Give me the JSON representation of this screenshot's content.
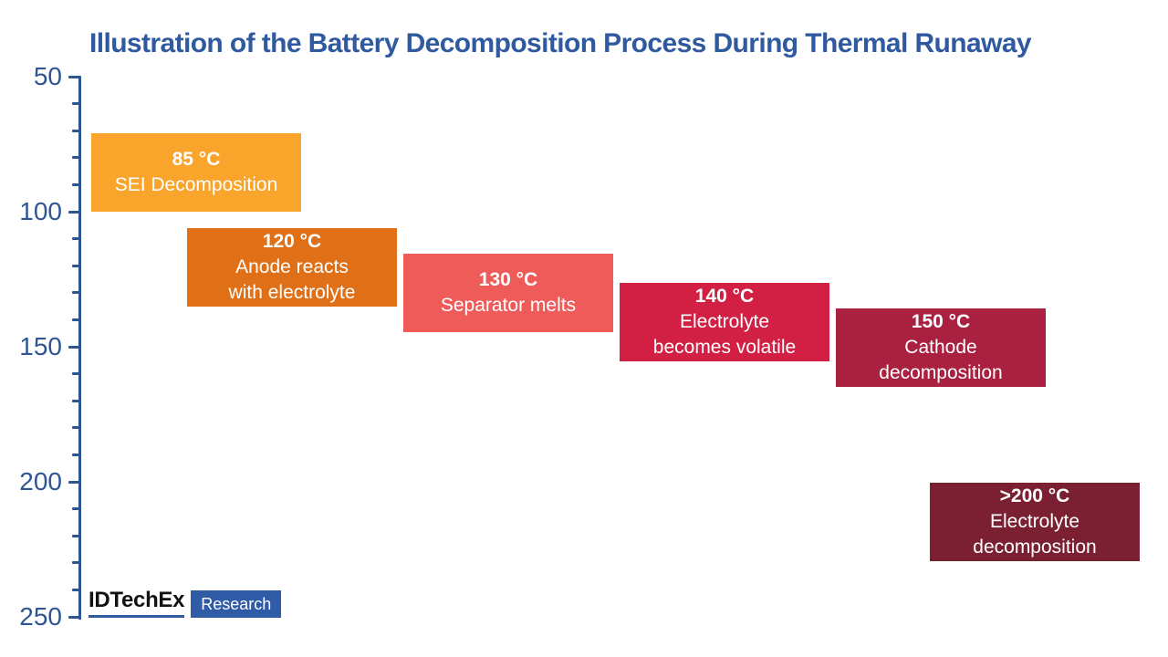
{
  "title": "Illustration of the Battery Decomposition Process During Thermal Runaway",
  "colors": {
    "background": "#FFFFFF",
    "title_text": "#2F5AA0",
    "axis": "#2E5693",
    "box_text": "#FFFFFF",
    "logo_brand_text": "#121212",
    "logo_underline": "#2F5BA7",
    "research_badge_bg": "#2F5BA7",
    "research_badge_text": "#FFFFFF"
  },
  "chart_data": {
    "type": "bar",
    "title": "Illustration of the Battery Decomposition Process During Thermal Runaway",
    "xlabel": "",
    "ylabel": "",
    "ylim": [
      50,
      250
    ],
    "y_axis": {
      "min": 50,
      "max": 250,
      "major_step": 50,
      "minor_step": 10,
      "inverted": true,
      "tick_labels": [
        "50",
        "100",
        "150",
        "200",
        "250"
      ],
      "grid": false
    },
    "legend": "none",
    "layout_hint": "stepped cascade of labeled boxes descending left-to-right along an inverted temperature axis",
    "steps": [
      {
        "temp_c": 85,
        "temp_label": "85 °C",
        "description_lines": [
          "SEI Decomposition"
        ],
        "color": "#F9A42A"
      },
      {
        "temp_c": 120,
        "temp_label": "120 °C",
        "description_lines": [
          "Anode reacts",
          "with electrolyte"
        ],
        "color": "#DF7017"
      },
      {
        "temp_c": 130,
        "temp_label": "130 °C",
        "description_lines": [
          "Separator melts"
        ],
        "color": "#EE5B59"
      },
      {
        "temp_c": 140,
        "temp_label": "140 °C",
        "description_lines": [
          "Electrolyte",
          "becomes volatile"
        ],
        "color": "#D22045"
      },
      {
        "temp_c": 150,
        "temp_label": "150 °C",
        "description_lines": [
          "Cathode",
          "decomposition"
        ],
        "color": "#AA2041"
      },
      {
        "temp_c": 200,
        "temp_label": ">200 °C",
        "description_lines": [
          "Electrolyte",
          "decomposition"
        ],
        "color": "#7B2033"
      }
    ]
  },
  "logo": {
    "brand": "IDTechEx",
    "badge": "Research"
  }
}
